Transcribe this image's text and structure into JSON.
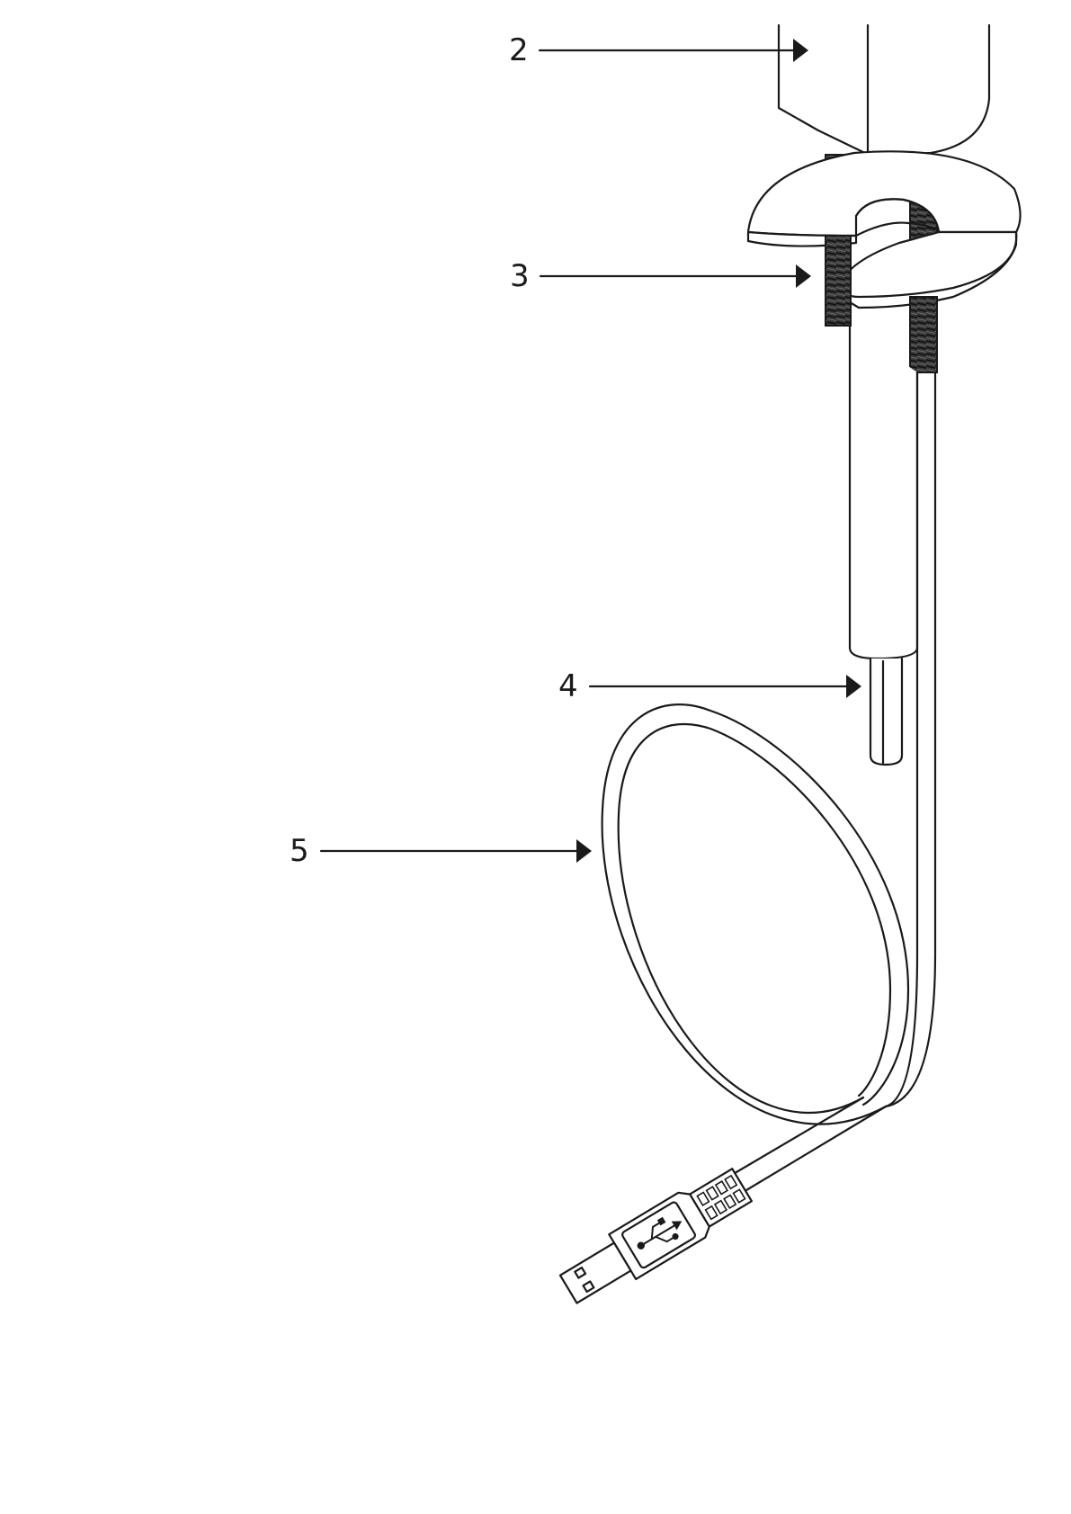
{
  "callouts": [
    {
      "id": "2",
      "label": "2"
    },
    {
      "id": "3",
      "label": "3"
    },
    {
      "id": "4",
      "label": "4"
    },
    {
      "id": "5",
      "label": "5"
    }
  ],
  "colors": {
    "line": "#1a1a1a",
    "background": "#ffffff",
    "thread_fill": "#2b2b2b"
  },
  "icons": {
    "usb_logo": "usb-trident-icon"
  }
}
